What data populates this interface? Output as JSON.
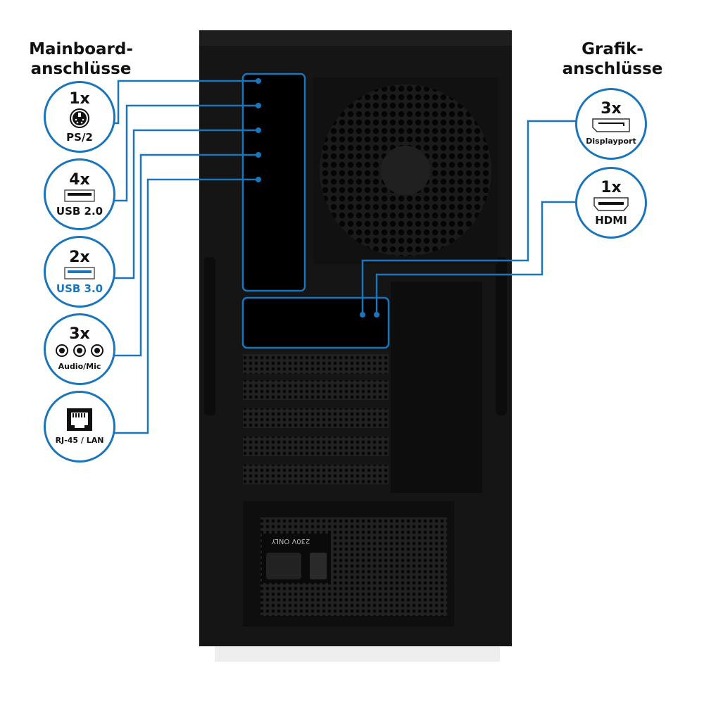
{
  "left_heading": {
    "line1": "Mainboard-",
    "line2": "anschlüsse"
  },
  "right_heading": {
    "line1": "Grafik-",
    "line2": "anschlüsse"
  },
  "mainboard_ports": [
    {
      "count": "1x",
      "label": "PS/2",
      "icon": "ps2-icon"
    },
    {
      "count": "4x",
      "label": "USB 2.0",
      "icon": "usb-icon"
    },
    {
      "count": "2x",
      "label": "USB 3.0",
      "icon": "usb3-icon",
      "color": "#1a75bb"
    },
    {
      "count": "3x",
      "label": "Audio/Mic",
      "icon": "audio-jack-icon"
    },
    {
      "count": "",
      "label": "RJ-45 / LAN",
      "icon": "ethernet-icon"
    }
  ],
  "graphics_ports": [
    {
      "count": "3x",
      "label": "Displayport",
      "icon": "displayport-icon"
    },
    {
      "count": "1x",
      "label": "HDMI",
      "icon": "hdmi-icon"
    }
  ],
  "psu_label": "230V ONLY",
  "colors": {
    "accent": "#1a75bb",
    "case": "#111111"
  }
}
